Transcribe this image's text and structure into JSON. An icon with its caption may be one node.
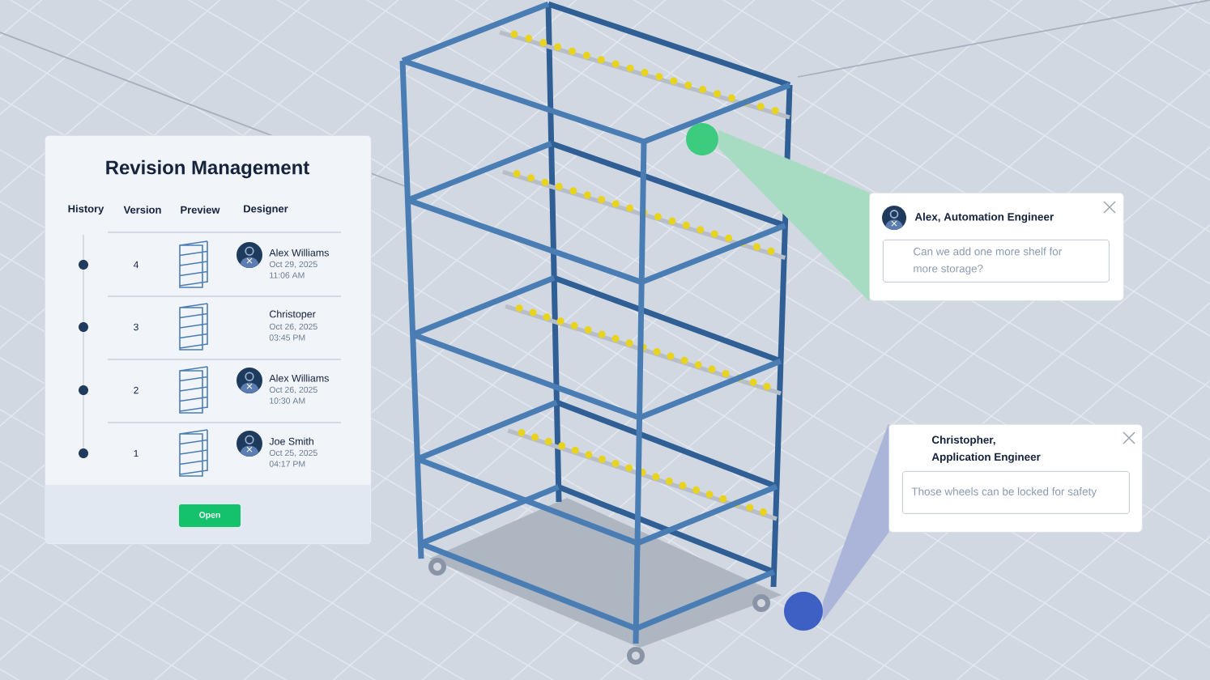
{
  "diagram": {
    "nodes": [
      {
        "text": [
          "Revision Management"
        ]
      },
      {
        "text": [
          "Open"
        ],
        "in": 0
      },
      {
        "text": [
          "Alex, Automation Engineer",
          "Can we add one more shelf for more storage?"
        ]
      },
      {
        "text": [
          "Christopher, Application Engineer",
          "Those wheels can be locked for safety"
        ]
      },
      {
        "text": [],
        "shape": "circle"
      },
      {
        "text": [],
        "shape": "circle"
      }
    ],
    "edges": [
      {
        "from": 4,
        "to": 2,
        "arrow": "none",
        "color": "#a8dcc2"
      },
      {
        "from": 5,
        "to": 3,
        "arrow": "none",
        "color": "#aab5d9"
      }
    ],
    "labels": [
      "History",
      "Version",
      "Preview",
      "Designer",
      "4",
      "Alex Williams",
      "Oct 29, 2025",
      "11:06 AM",
      "3",
      "Christoper",
      "Oct 26, 2025",
      "03:45 PM",
      "2",
      "Alex Williams",
      "Oct 26, 2025",
      "10:30 AM",
      "1",
      "Joe Smith",
      "Oct 25, 2025",
      "04:17 PM"
    ]
  }
}
